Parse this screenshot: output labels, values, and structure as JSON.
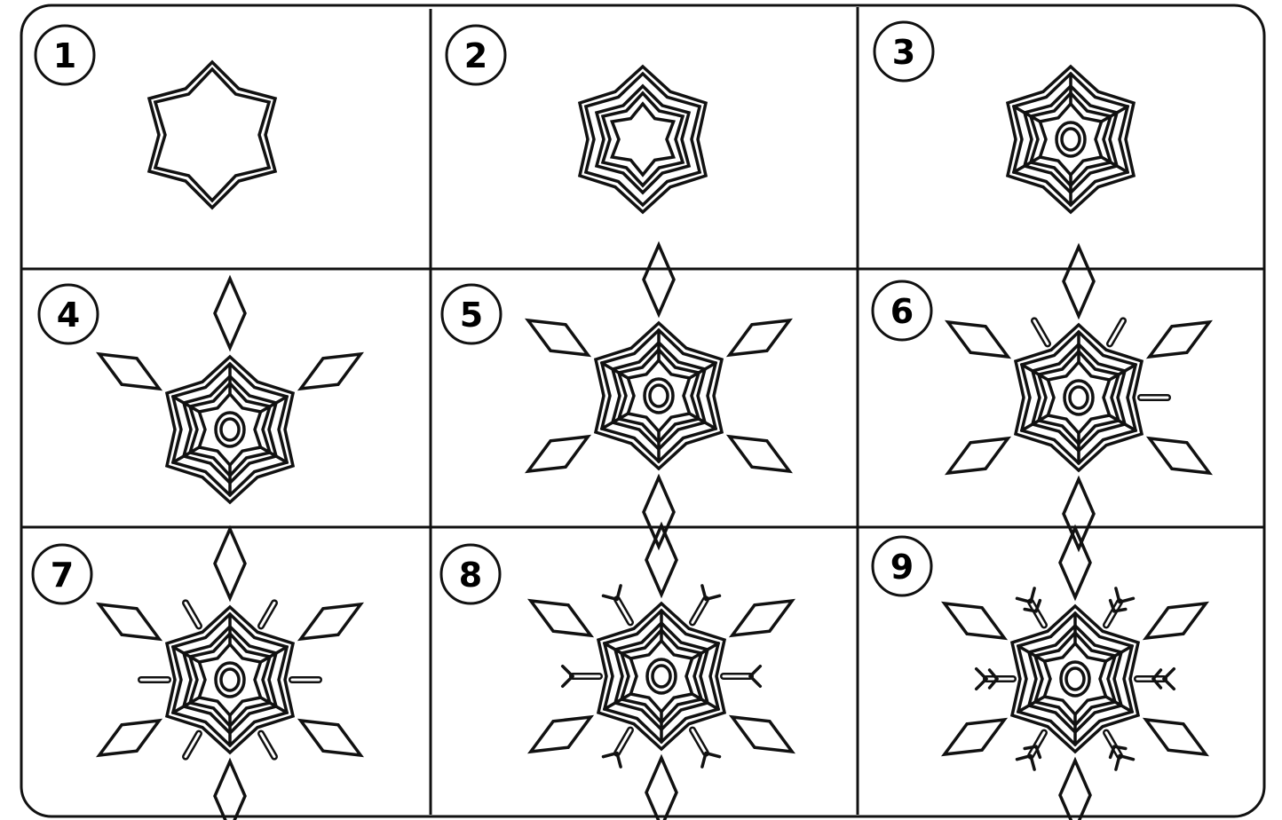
{
  "steps": [
    {
      "label": "1",
      "stage": 1
    },
    {
      "label": "2",
      "stage": 2
    },
    {
      "label": "3",
      "stage": 3
    },
    {
      "label": "4",
      "stage": 4
    },
    {
      "label": "5",
      "stage": 5
    },
    {
      "label": "6",
      "stage": 6
    },
    {
      "label": "7",
      "stage": 7
    },
    {
      "label": "8",
      "stage": 8
    },
    {
      "label": "9",
      "stage": 9
    }
  ],
  "colors": {
    "ink": "#111111",
    "paper": "#ffffff"
  }
}
